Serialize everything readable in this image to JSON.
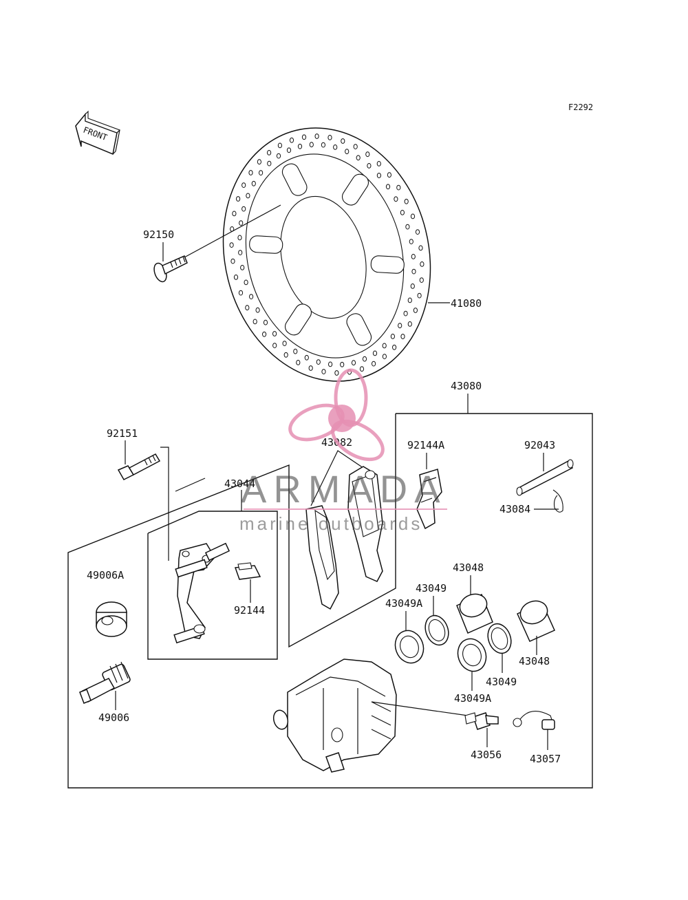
{
  "diagram_code": "F2292",
  "front_label": "FRONT",
  "watermark": {
    "brand": "ARMADA",
    "tagline": "marine outboards",
    "accent_color": "#e58fb3"
  },
  "parts": {
    "p92150": "92150",
    "p41080": "41080",
    "p43080": "43080",
    "p92151": "92151",
    "p43082": "43082",
    "p92144A": "92144A",
    "p92043": "92043",
    "p43044": "43044",
    "p43084": "43084",
    "p49006A": "49006A",
    "p92144": "92144",
    "p43048a": "43048",
    "p43049a": "43049",
    "p43049Aa": "43049A",
    "p43048b": "43048",
    "p43049b": "43049",
    "p43049Ab": "43049A",
    "p49006": "49006",
    "p43056": "43056",
    "p43057": "43057"
  }
}
